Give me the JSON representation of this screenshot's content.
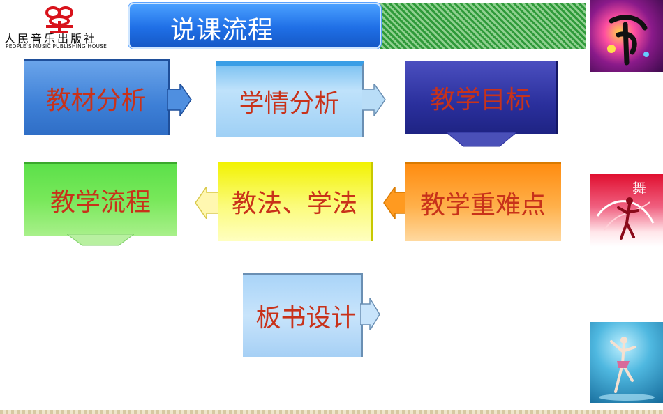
{
  "publisher": {
    "logo_icon": "stacked-ribbons-logo",
    "name_cn": "人民音乐出版社",
    "name_en": "PEOPLE'S MUSIC PUBLISHING HOUSE"
  },
  "title": "说课流程",
  "boxes": {
    "material_analysis": "教材分析",
    "learning_analysis": "学情分析",
    "teaching_goals": "教学目标",
    "key_difficult_points": "教学重难点",
    "methods": "教法、学法",
    "teaching_process": "教学流程",
    "board_design": "板书设计"
  },
  "side_images": {
    "top": "dance-calligraphy-image",
    "middle_text": "舞",
    "bottom": "ballet-dancer-image"
  },
  "colors": {
    "title_blue": "#1f6fe6",
    "box_text_red": "#c8321a",
    "stripe_green": "#2f9a3a"
  }
}
